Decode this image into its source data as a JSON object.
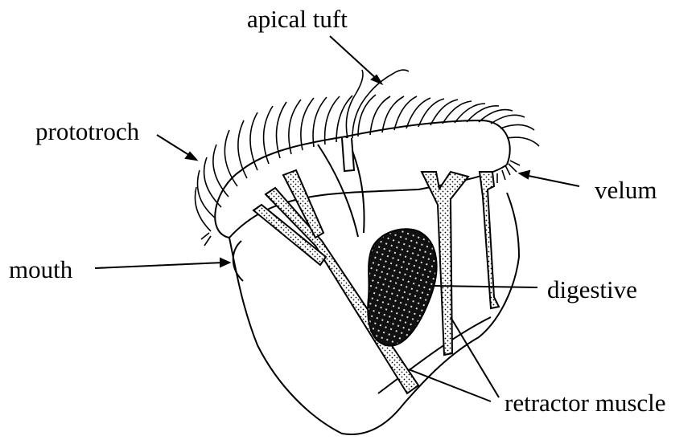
{
  "labels": {
    "apical_tuft": "apical tuft",
    "prototroch": "prototroch",
    "velum": "velum",
    "mouth": "mouth",
    "digestive": "digestive",
    "retractor_muscle": "retractor muscle"
  },
  "colors": {
    "ink": "#000000",
    "background": "#ffffff"
  }
}
